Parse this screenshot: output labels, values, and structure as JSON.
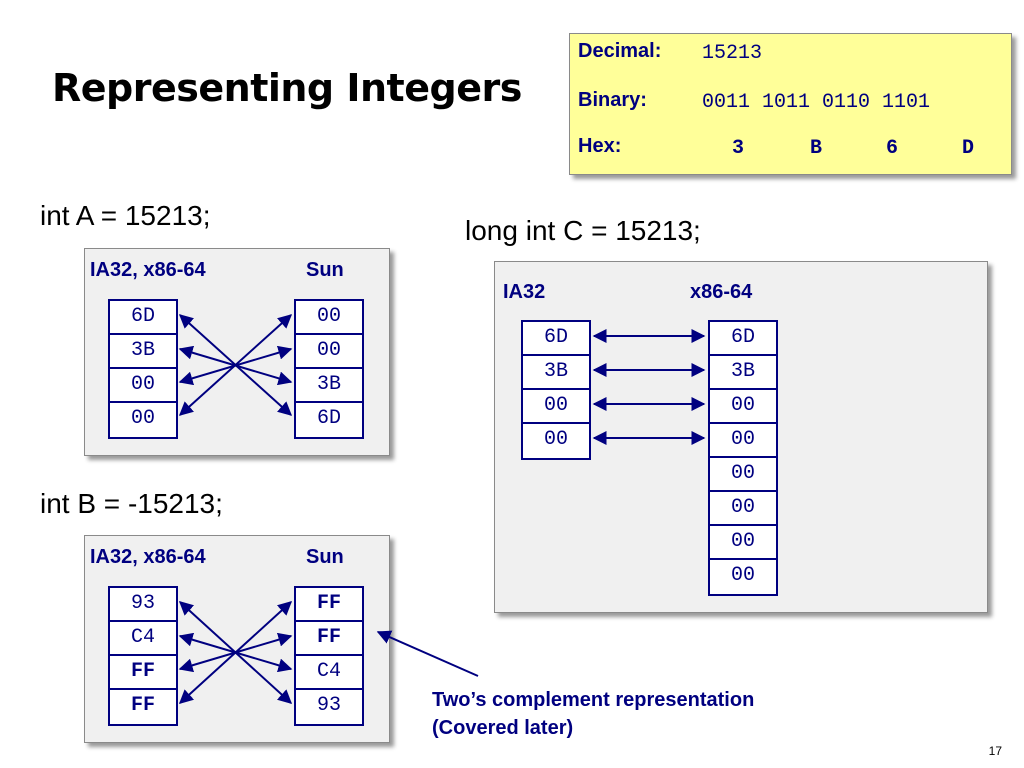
{
  "title": "Representing Integers",
  "info": {
    "decimal_label": "Decimal:",
    "decimal_value": "15213",
    "binary_label": "Binary:",
    "binary_value": "0011 1011 0110 1101",
    "hex_label": "Hex:",
    "hex_digits": [
      "3",
      "B",
      "6",
      "D"
    ]
  },
  "int_a": {
    "heading": "int A = 15213;",
    "left_label": "IA32, x86-64",
    "right_label": "Sun",
    "left_bytes": [
      "6D",
      "3B",
      "00",
      "00"
    ],
    "right_bytes": [
      "00",
      "00",
      "3B",
      "6D"
    ]
  },
  "int_b": {
    "heading": "int B = -15213;",
    "left_label": "IA32, x86-64",
    "right_label": "Sun",
    "left_bytes": [
      "93",
      "C4",
      "FF",
      "FF"
    ],
    "right_bytes": [
      "FF",
      "FF",
      "C4",
      "93"
    ]
  },
  "long_c": {
    "heading": "long int C = 15213;",
    "left_label": "IA32",
    "right_label": "x86-64",
    "left_bytes": [
      "6D",
      "3B",
      "00",
      "00"
    ],
    "right_bytes": [
      "6D",
      "3B",
      "00",
      "00",
      "00",
      "00",
      "00",
      "00"
    ]
  },
  "note": {
    "line1": "Two’s complement representation",
    "line2": "(Covered later)"
  },
  "page_number": "17",
  "colors": {
    "navy": "#000080",
    "info_bg": "#ffff99",
    "panel_bg": "#f0f0f0"
  }
}
